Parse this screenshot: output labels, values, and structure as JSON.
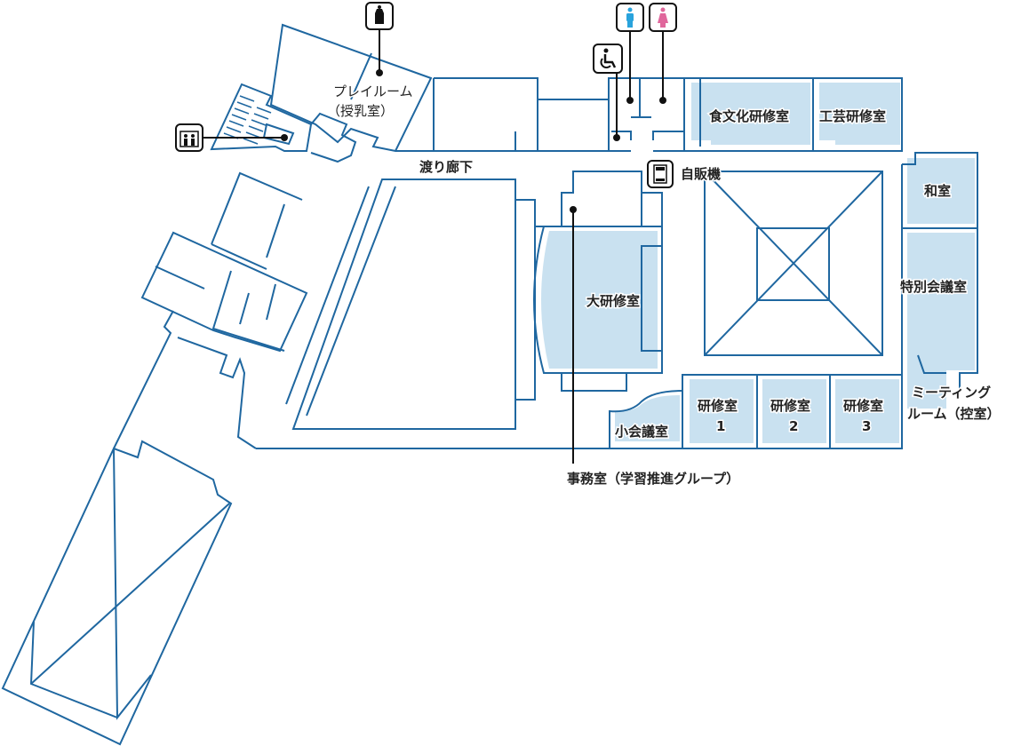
{
  "map": {
    "colors": {
      "wall": "#1f67a0",
      "room_fill": "#c9e1f0",
      "male": "#29a3dc",
      "female": "#e0679c"
    },
    "rooms": {
      "play_room": "プレイルーム",
      "play_room_sub": "（授乳室）",
      "corridor": "渡り廊下",
      "vending": "自販機",
      "food_culture": "食文化研修室",
      "craft": "工芸研修室",
      "japanese_room": "和室",
      "special_meeting": "特別会議室",
      "large_training": "大研修室",
      "small_meeting": "小会議室",
      "training1_a": "研修室",
      "training1_b": "1",
      "training2_a": "研修室",
      "training2_b": "2",
      "training3_a": "研修室",
      "training3_b": "3",
      "meeting_room_a": "ミーティング",
      "meeting_room_b": "ルーム（控室）",
      "office": "事務室（学習推進グループ）"
    },
    "icons": [
      "baby-bottle-icon",
      "elevator-icon",
      "wheelchair-icon",
      "male-restroom-icon",
      "female-restroom-icon",
      "vending-machine-icon"
    ]
  }
}
